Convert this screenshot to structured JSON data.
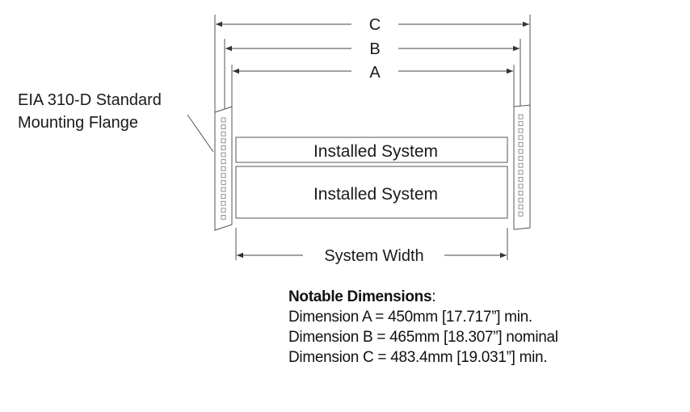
{
  "dimensions": {
    "c_label": "C",
    "b_label": "B",
    "a_label": "A",
    "system_width_label": "System Width"
  },
  "flange": {
    "label_line1": "EIA 310-D Standard",
    "label_line2": "Mounting Flange"
  },
  "systems": [
    {
      "label": "Installed System"
    },
    {
      "label": "Installed System"
    }
  ],
  "notes": {
    "heading": "Notable Dimensions",
    "heading_suffix": ":",
    "lines": [
      "Dimension A = 450mm [17.717”] min.",
      "Dimension B = 465mm [18.307”] nominal",
      "Dimension C = 483.4mm [19.031”] min."
    ]
  },
  "colors": {
    "stroke": "#555555",
    "text": "#1a1a1a"
  }
}
